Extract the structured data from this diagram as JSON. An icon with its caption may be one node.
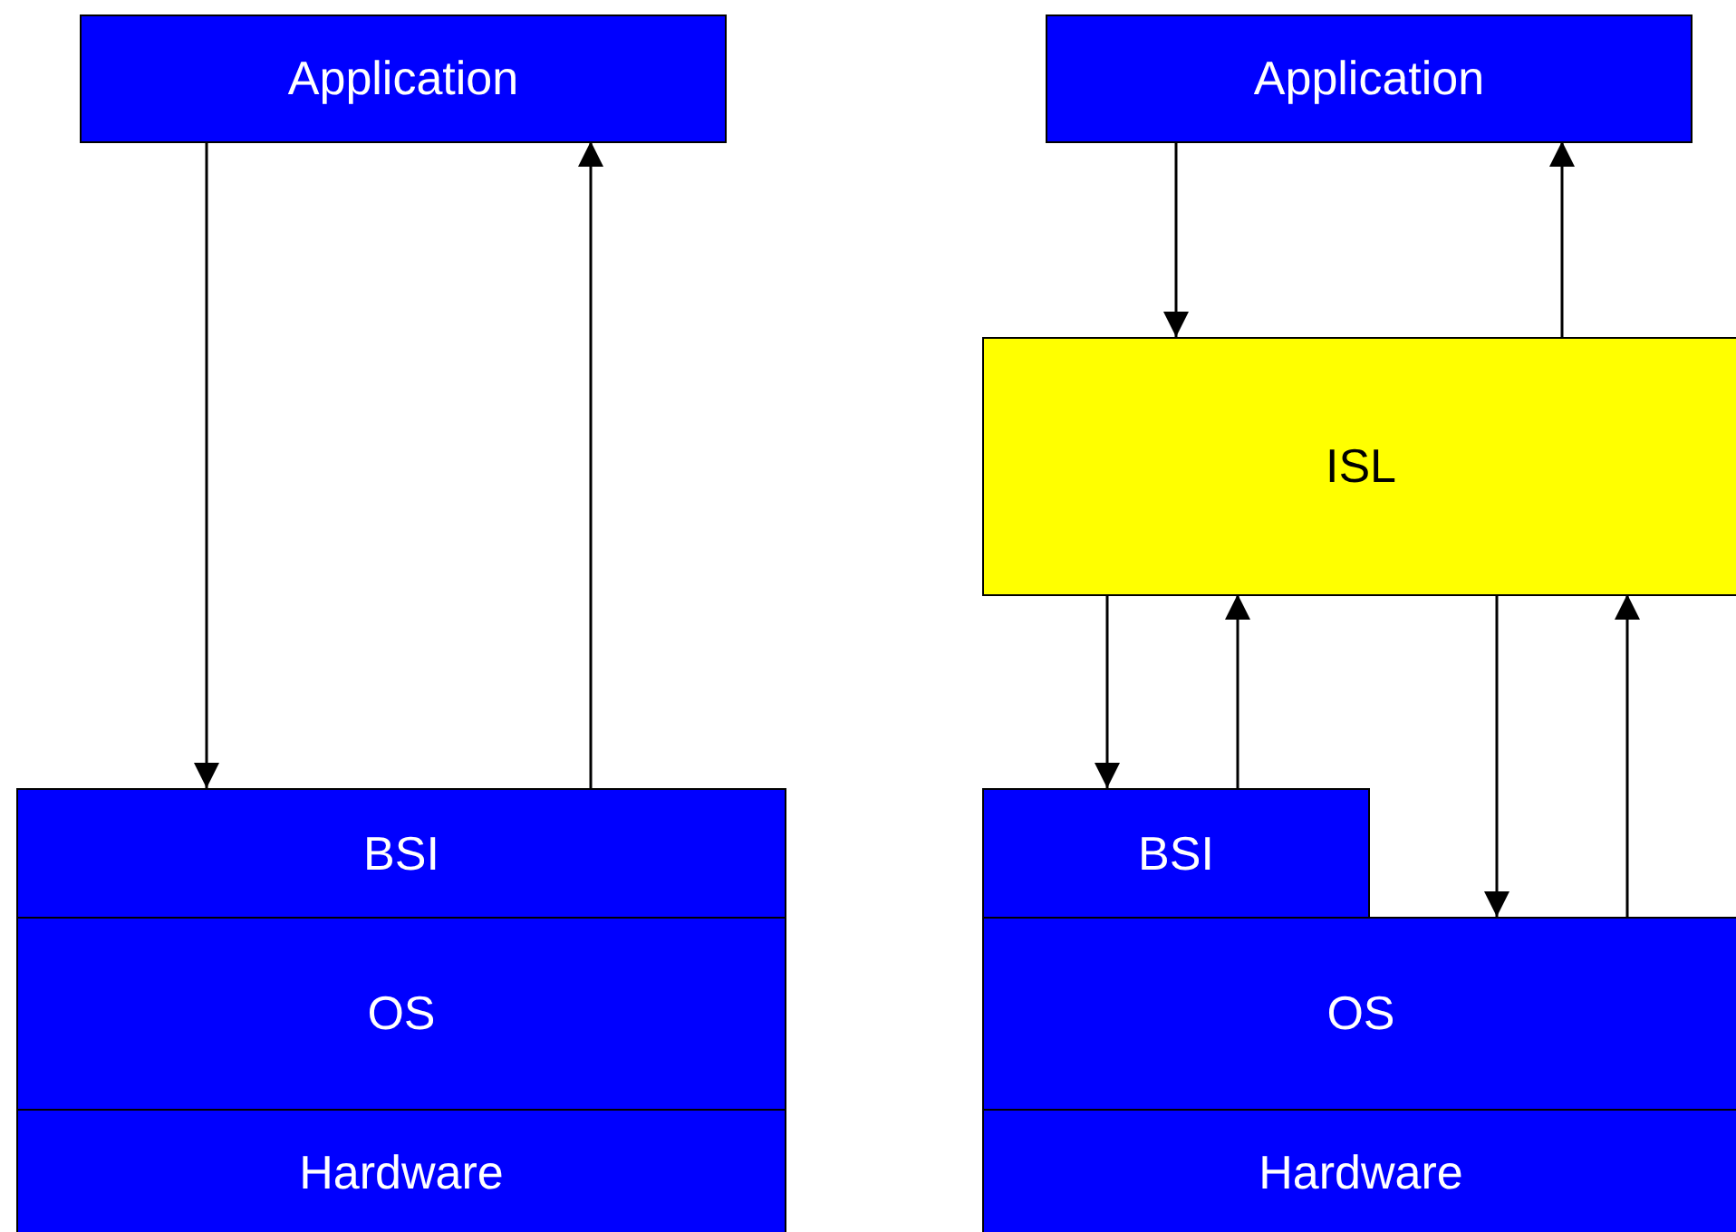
{
  "diagram": {
    "nodes": [
      {
        "text": [
          "Application"
        ]
      },
      {
        "text": [
          "BSI"
        ]
      },
      {
        "text": [
          "OS"
        ]
      },
      {
        "text": [
          "Hardware"
        ]
      },
      {
        "text": [
          "Application"
        ]
      },
      {
        "text": [
          "ISL"
        ]
      },
      {
        "text": [
          "BSI"
        ]
      },
      {
        "text": [
          "OS"
        ]
      },
      {
        "text": [
          "Hardware"
        ]
      }
    ],
    "edges": [
      {
        "from": 0,
        "to": 1,
        "arrow": "to"
      },
      {
        "from": 1,
        "to": 0,
        "arrow": "to"
      },
      {
        "from": 4,
        "to": 5,
        "arrow": "to"
      },
      {
        "from": 5,
        "to": 4,
        "arrow": "to"
      },
      {
        "from": 5,
        "to": 6,
        "arrow": "to"
      },
      {
        "from": 6,
        "to": 5,
        "arrow": "to"
      },
      {
        "from": 5,
        "to": 7,
        "arrow": "to"
      },
      {
        "from": 7,
        "to": 5,
        "arrow": "to"
      }
    ]
  }
}
